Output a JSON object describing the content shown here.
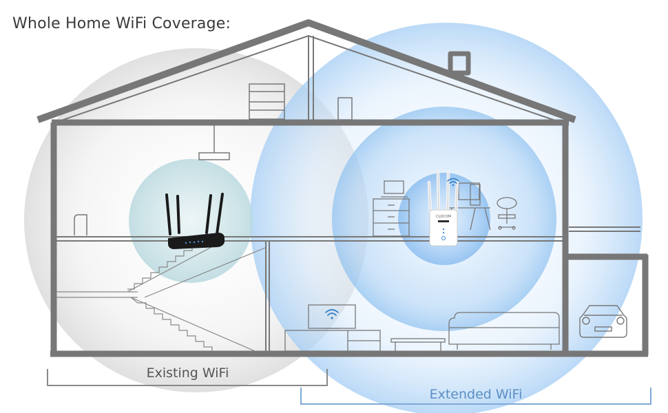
{
  "title": "Whole Home WiFi Coverage:",
  "existing_label": "Existing WiFi",
  "extended_label": "Extended WiFi",
  "device_brand": "CLOCOM",
  "colors": {
    "house_outline": "#777777",
    "existing_zone": "#d9d9d9",
    "extended_zone": "#a9d0f5",
    "extended_label": "#5b8ec4",
    "router": "#1a1a1a",
    "extender": "#ffffff"
  },
  "icons": [
    "wifi-icon",
    "router-icon",
    "extender-icon",
    "car-icon"
  ]
}
